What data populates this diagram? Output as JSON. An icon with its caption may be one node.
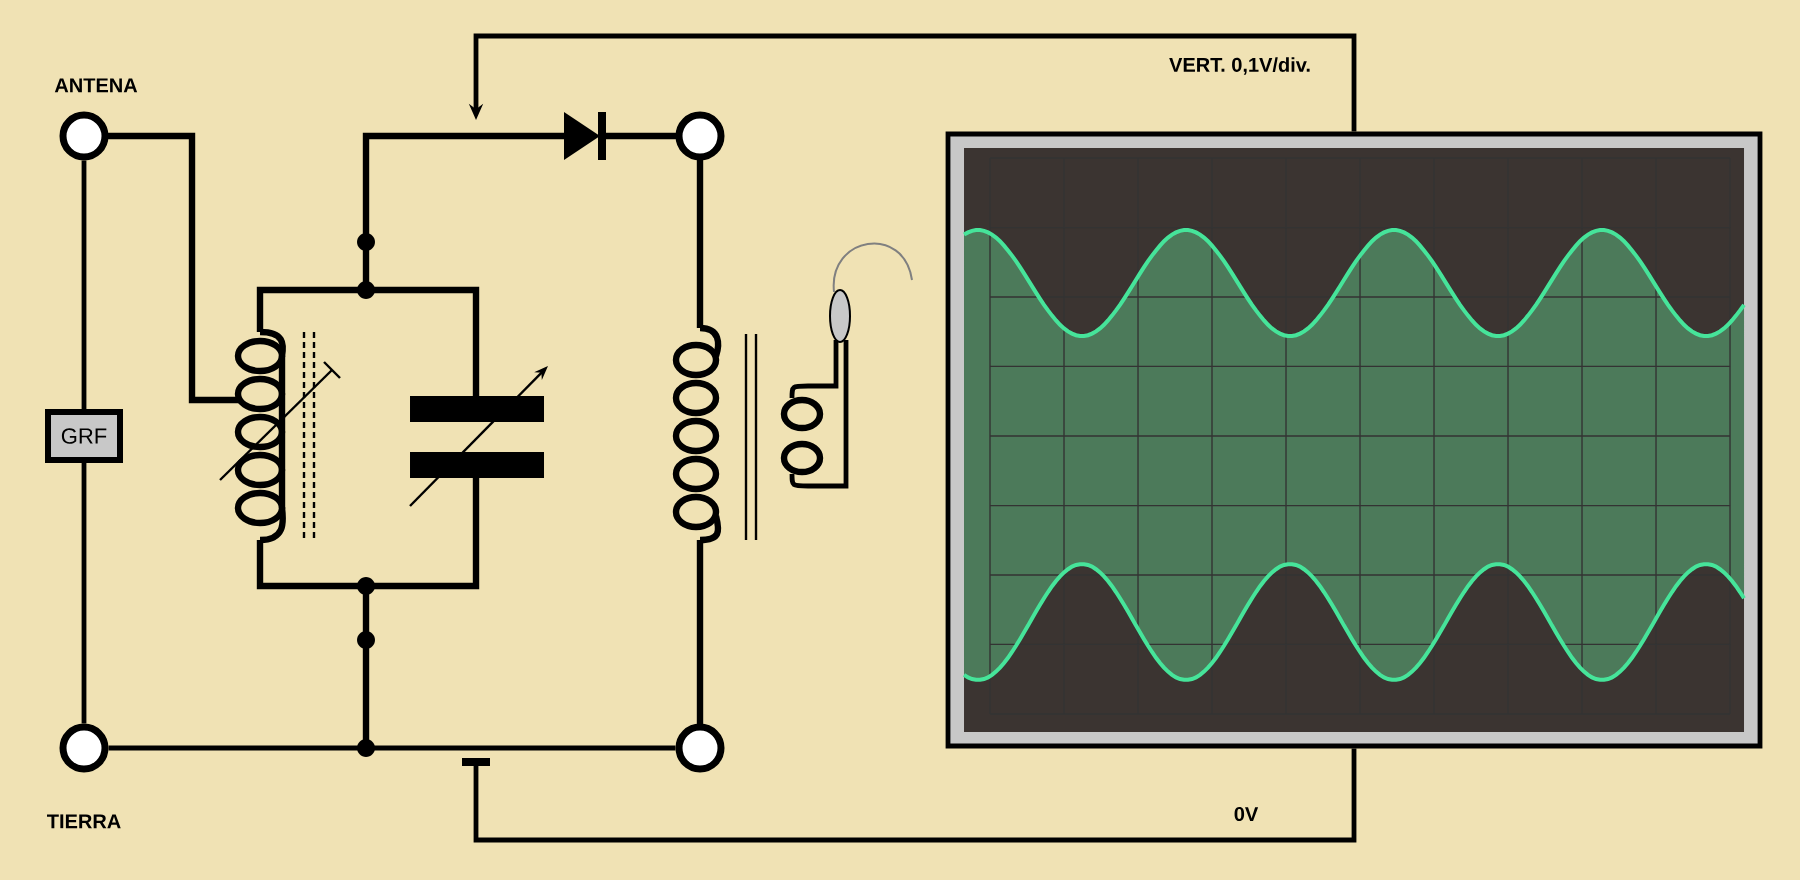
{
  "diagram": {
    "nodes": [
      {
        "text": [],
        "shape": "circle",
        "beside": [
          "ANTENA"
        ]
      },
      {
        "text": [],
        "shape": "circle",
        "beside": [
          "TIERRA"
        ]
      },
      {
        "text": [],
        "shape": "circle"
      },
      {
        "text": [],
        "shape": "circle"
      },
      {
        "text": [
          "GRF"
        ]
      },
      {
        "text": [],
        "shape": "picture"
      }
    ],
    "edges": [
      {
        "from": 0,
        "to": 4,
        "arrow": "none"
      },
      {
        "from": 4,
        "to": 1,
        "arrow": "none"
      },
      {
        "from": 1,
        "to": 3,
        "arrow": "none"
      },
      {
        "from": 5,
        "to": null,
        "arrow": "to",
        "label": "VERT. 0,1V/div."
      },
      {
        "from": 5,
        "to": null,
        "arrow": "other",
        "label": "0V"
      }
    ]
  }
}
